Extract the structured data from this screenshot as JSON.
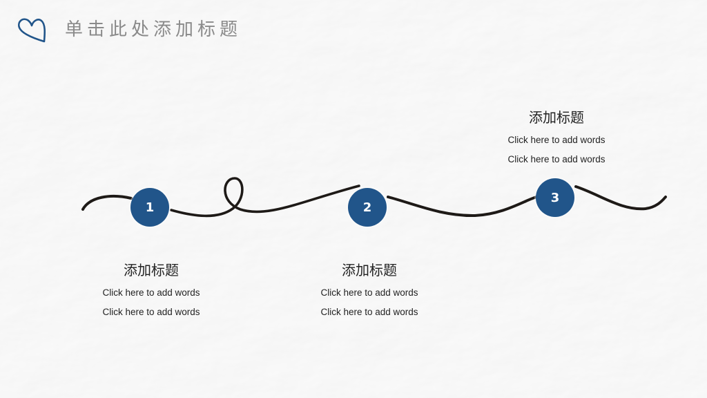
{
  "slide": {
    "title": "单击此处添加标题"
  },
  "icons": {
    "title_icon": "heart-outline-icon"
  },
  "colors": {
    "accent": "#21558a",
    "title_text": "#8a8a8a",
    "body_text": "#222222",
    "line": "#1e1a17",
    "background": "#efefef"
  },
  "steps": [
    {
      "number": "1",
      "heading": "添加标题",
      "lines": [
        "Click here to add words",
        "Click here to add words"
      ]
    },
    {
      "number": "2",
      "heading": "添加标题",
      "lines": [
        "Click here to add words",
        "Click here to add words"
      ]
    },
    {
      "number": "3",
      "heading": "添加标题",
      "lines": [
        "Click here to add words",
        "Click here to add words"
      ]
    }
  ]
}
